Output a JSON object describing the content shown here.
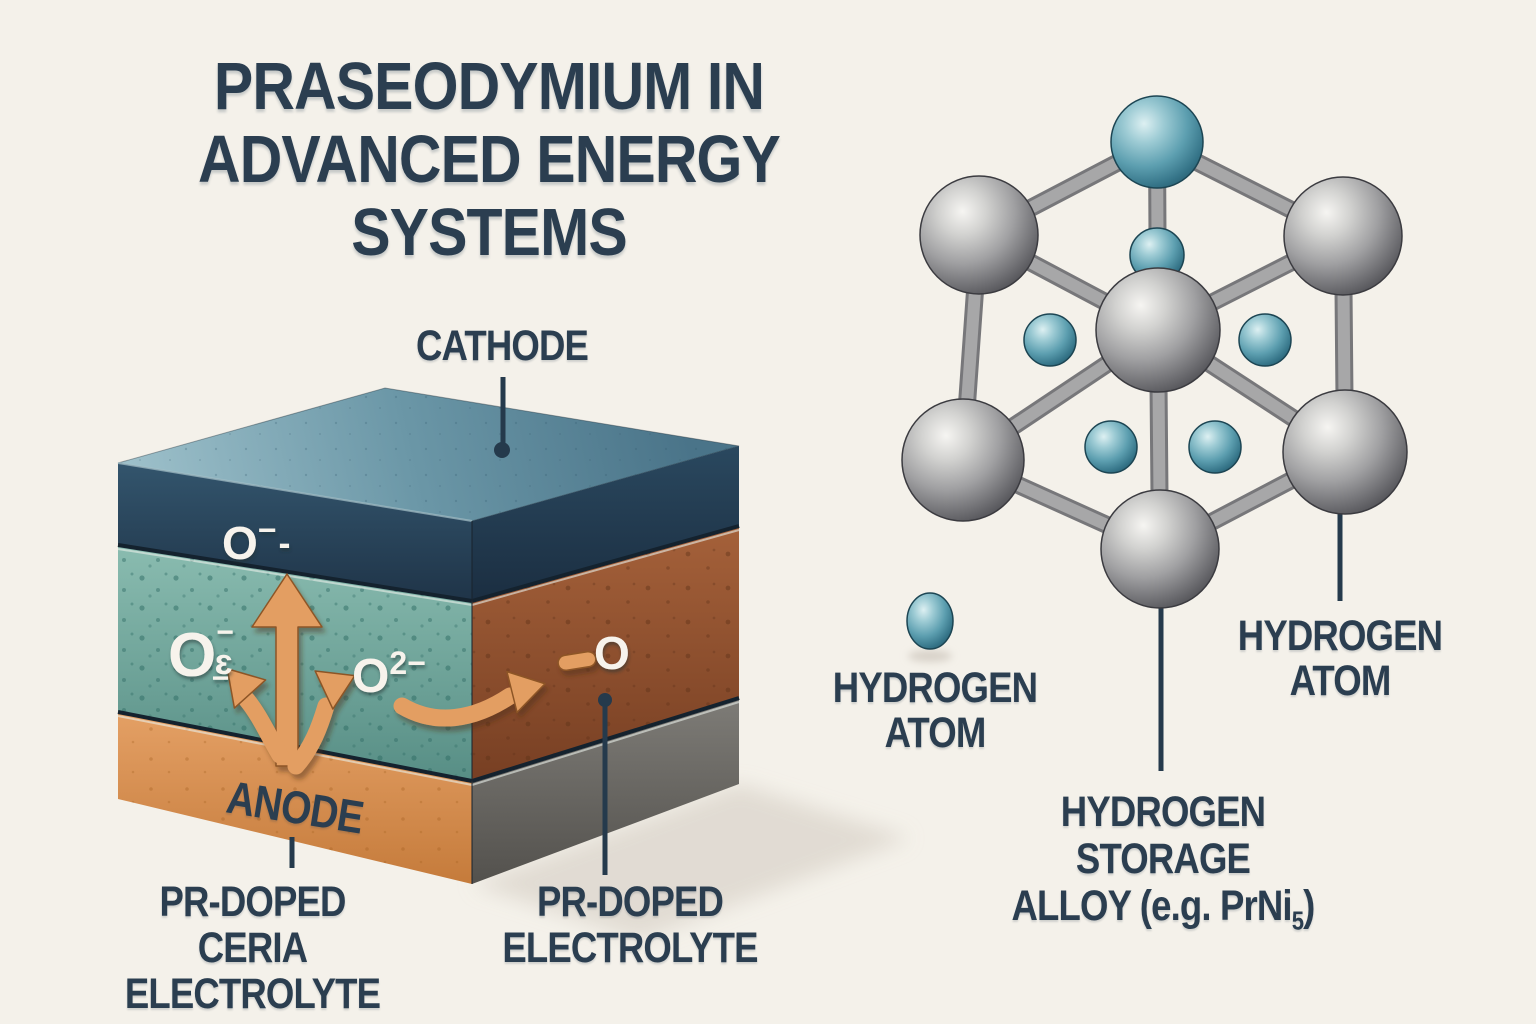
{
  "palette": {
    "bg": "#f4f1ea",
    "ink": "#2b3e50",
    "label_white": "#f7f3ec",
    "arrow_orange": "#e39e62",
    "pointer": "#253a4c",
    "cathode_blue": "#2d4a60",
    "electrolyte_teal": "#7cb3a7",
    "electrolyte_brown": "#9a5a35",
    "anode_orange": "#dd975a",
    "substrate_gray": "#6f6d69",
    "atom_gray": "#9a9a9c",
    "atom_teal": "#4f93a5"
  },
  "title": {
    "lines": [
      "PRASEODYMIUM IN",
      "ADVANCED ENERGY",
      "SYSTEMS"
    ]
  },
  "fuel_cell": {
    "cathode_label": "CATHODE",
    "anode_label": "ANODE",
    "left_label_line1": "PR-DOPED",
    "left_label_line2": "CERIA ELECTROLYTE",
    "right_label_line1": "PR-DOPED",
    "right_label_line2": "ELECTROLYTE",
    "ion_cathode": {
      "base": "O",
      "sup": "−",
      "tail": "-"
    },
    "ion_branch_left": {
      "base": "O",
      "top": "−",
      "mid": "ɛ",
      "under": "−"
    },
    "ion_center": {
      "base": "O",
      "sup": "2−"
    },
    "ion_right": {
      "base": "O"
    }
  },
  "crystal": {
    "hydrogen_left_line1": "HYDROGEN",
    "hydrogen_left_line2": "ATOM",
    "hydrogen_right_line1": "HYDROGEN",
    "hydrogen_right_line2": "ATOM",
    "alloy_line1": "HYDROGEN STORAGE",
    "alloy_line2_pre": "ALLOY (e.g. PrNi",
    "alloy_line2_sub": "5",
    "alloy_line2_post": ")"
  }
}
